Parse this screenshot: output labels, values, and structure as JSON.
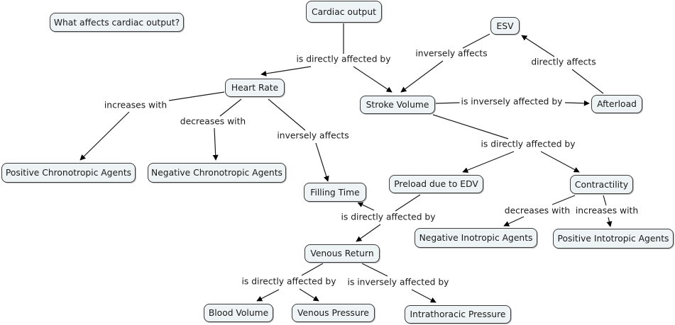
{
  "nodes": {
    "question": "What affects cardiac output?",
    "cardiac_output": "Cardiac output",
    "esv": "ESV",
    "heart_rate": "Heart Rate",
    "stroke_volume": "Stroke Volume",
    "afterload": "Afterload",
    "positive_chronotropic": "Positive Chronotropic Agents",
    "negative_chronotropic": "Negative Chronotropic Agents",
    "filling_time": "Filling Time",
    "preload": "Preload due to EDV",
    "contractility": "Contractility",
    "negative_inotropic": "Negative Inotropic Agents",
    "positive_inotropic": "Positive Intotropic Agents",
    "venous_return": "Venous Return",
    "blood_volume": "Blood Volume",
    "venous_pressure": "Venous Pressure",
    "intrathoracic_pressure": "Intrathoracic Pressure"
  },
  "links": {
    "co_directly": "is directly affected by",
    "esv_inversely": "inversely affects",
    "afterload_directly": "directly affects",
    "sv_inversely_by": "is inversely affected by",
    "hr_increases": "increases with",
    "hr_decreases": "decreases with",
    "hr_inversely": "inversely affects",
    "sv_directly": "is directly affected by",
    "preload_directly": "is directly affected by",
    "contr_decreases": "decreases with",
    "contr_increases": "increases with",
    "vr_directly": "is directly affected by",
    "vr_inversely": "is inversely affected by"
  }
}
